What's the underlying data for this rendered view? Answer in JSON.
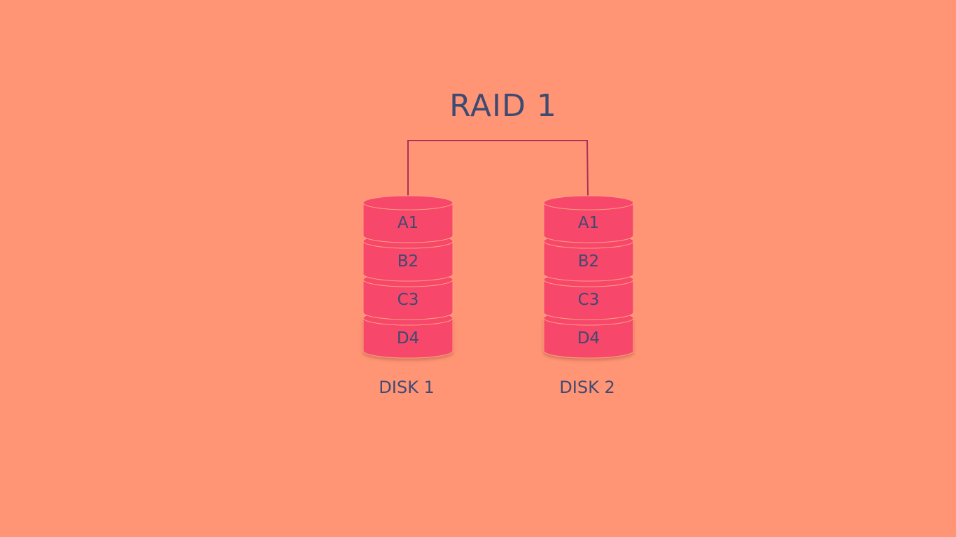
{
  "title": "RAID 1",
  "colors": {
    "background": "#FF9575",
    "disk_fill": "#F7476B",
    "disk_edge": "#FF9E80",
    "connector": "#A8325A",
    "text": "#3F4A72"
  },
  "disks": [
    {
      "label": "DISK 1",
      "segments": [
        "A1",
        "B2",
        "C3",
        "D4"
      ]
    },
    {
      "label": "DISK 2",
      "segments": [
        "A1",
        "B2",
        "C3",
        "D4"
      ]
    }
  ]
}
